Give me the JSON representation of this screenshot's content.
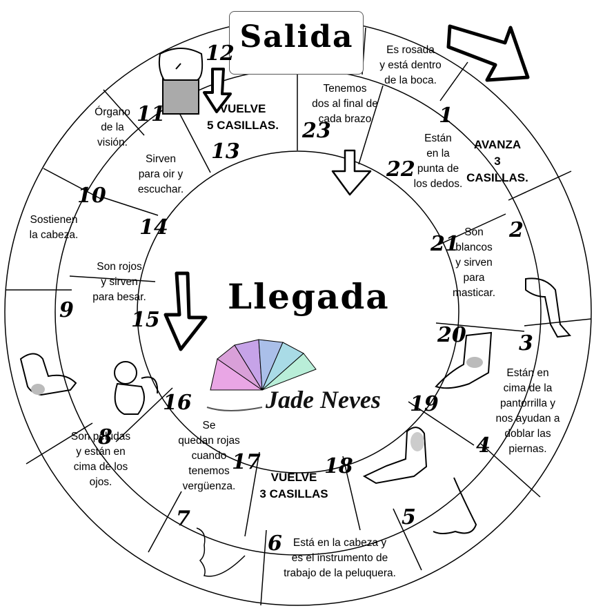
{
  "board": {
    "start_label": "Salida",
    "finish_label": "Llegada",
    "logo_text": "Jade Neves"
  },
  "squares": [
    {
      "number": "1",
      "text": "Es rosada\ny está dentro\nde la boca."
    },
    {
      "number": "2",
      "text": "AVANZA\n3\nCASILLAS."
    },
    {
      "number": "3",
      "text": ""
    },
    {
      "number": "4",
      "text": "Están en\ncima de la\npantorrilla y\nnos ayudan a\ndoblar las\npiernas."
    },
    {
      "number": "5",
      "text": ""
    },
    {
      "number": "6",
      "text": "Está en la cabeza y\nes el instrumento de\ntrabajo de la peluquera."
    },
    {
      "number": "7",
      "text": ""
    },
    {
      "number": "8",
      "text": "Son peludas\ny están en\ncima de los\nojos."
    },
    {
      "number": "9",
      "text": ""
    },
    {
      "number": "10",
      "text": "Sostienen\nla cabeza."
    },
    {
      "number": "11",
      "text": "Órgano\nde la\nvisión."
    },
    {
      "number": "12",
      "text": ""
    },
    {
      "number": "13",
      "text": "VUELVE\n5 CASILLAS."
    },
    {
      "number": "14",
      "text": "Sirven\npara oir y\nescuchar."
    },
    {
      "number": "15",
      "text": "Son rojos\ny sirven\npara besar."
    },
    {
      "number": "16",
      "text": ""
    },
    {
      "number": "17",
      "text": "Se\nquedan rojas\ncuando\ntenemos\nvergüenza."
    },
    {
      "number": "18",
      "text": "VUELVE\n3 CASILLAS"
    },
    {
      "number": "19",
      "text": ""
    },
    {
      "number": "20",
      "text": ""
    },
    {
      "number": "21",
      "text": "Son\nblancos\ny sirven\npara\nmasticar."
    },
    {
      "number": "22",
      "text": "Están\nen la\npunta de\nlos dedos."
    },
    {
      "number": "23",
      "text": "Tenemos\ndos al final de\ncada brazo"
    }
  ],
  "icons": [
    "direction-arrow-icon",
    "down-arrow-icon",
    "knee-icon",
    "leg-icon",
    "foot-icon",
    "arm-icon",
    "nose-icon",
    "mouth-icon",
    "monkey-icon",
    "fan-logo-icon"
  ]
}
